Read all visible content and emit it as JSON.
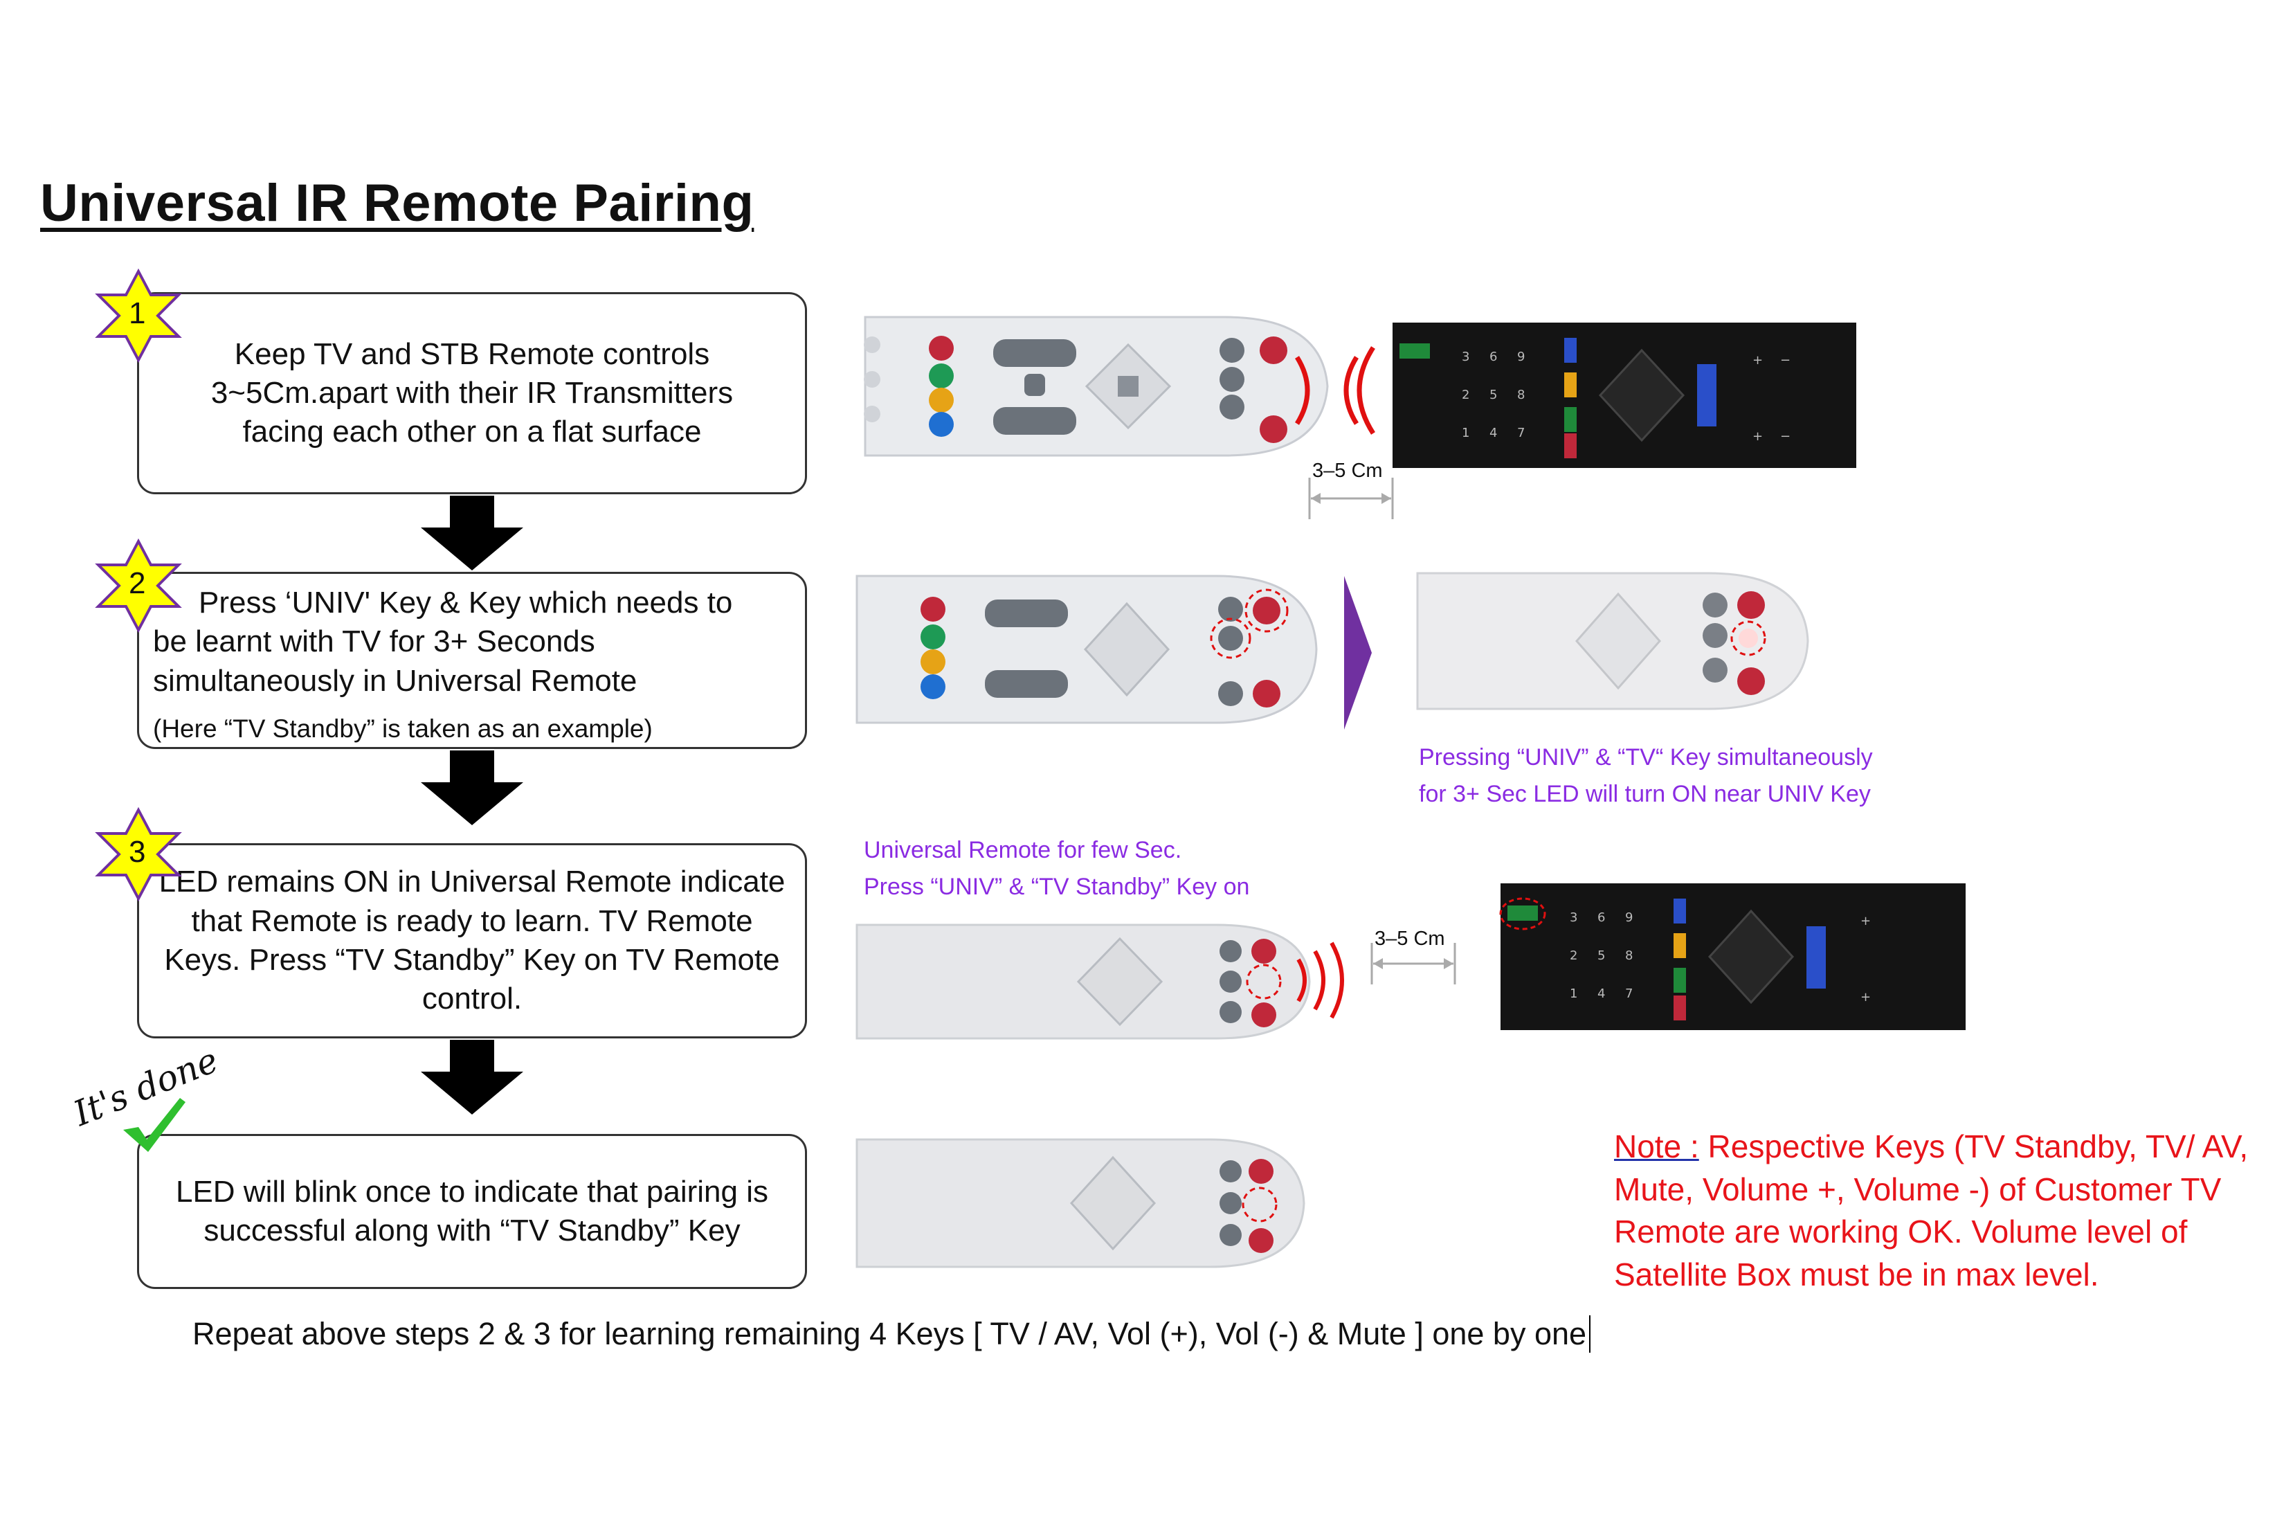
{
  "title": "Universal IR Remote Pairing",
  "steps": [
    {
      "number": "1",
      "text": "Keep TV and STB Remote controls 3~5Cm.apart with their IR Transmitters facing each other on a flat surface"
    },
    {
      "number": "2",
      "text_line1": "Press ‘UNIV' Key & Key which needs to",
      "text_line2": "be learnt with TV for 3+ Seconds",
      "text_line3": "simultaneously in Universal Remote",
      "note": "(Here “TV Standby” is taken as an example)"
    },
    {
      "number": "3",
      "text": "LED remains ON in Universal Remote indicate that Remote is ready to learn. TV Remote Keys. Press “TV Standby” Key on TV Remote control."
    },
    {
      "badge": "It's done",
      "text": "LED will blink once to indicate that pairing is successful along with “TV Standby” Key"
    }
  ],
  "distance_label": "3–5 Cm",
  "captions": {
    "pressing_line1": "Pressing “UNIV” & “TV“ Key simultaneously",
    "pressing_line2": "for 3+ Sec LED will turn ON near UNIV Key",
    "universal_line1": "Universal Remote for few Sec.",
    "universal_line2": "Press “UNIV” & “TV Standby” Key on"
  },
  "note": {
    "label": "Note :",
    "text": " Respective Keys (TV  Standby, TV/ AV, Mute, Volume +, Volume -) of Customer TV Remote are working OK. Volume level of Satellite Box must be in max level."
  },
  "repeat_text": "Repeat above steps 2 & 3 for learning remaining 4 Keys [ TV / AV, Vol (+), Vol (-) & Mute ] one by one",
  "colors": {
    "star_fill": "#ffff00",
    "star_stroke": "#7030a0",
    "caption": "#8a2be2",
    "note": "#e8141a",
    "ir_wave": "#e01010",
    "arrow": "#000000"
  },
  "icons": [
    "star-badge-icon",
    "down-arrow-icon",
    "checkmark-icon",
    "ir-wave-icon",
    "play-triangle-icon"
  ]
}
